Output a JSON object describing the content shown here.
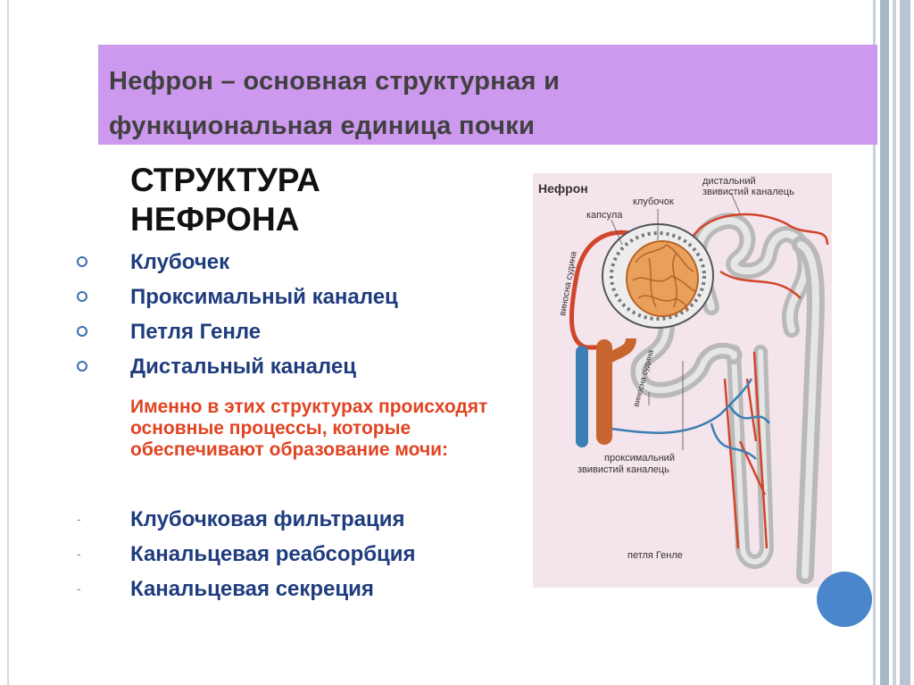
{
  "slide": {
    "title_line1": "Нефрон – основная структурная и",
    "title_line2": "функциональная единица почки",
    "subtitle_line1": "СТРУКТУРА",
    "subtitle_line2": "НЕФРОНА",
    "structure_items": [
      "Клубочек",
      "Проксимальный каналец",
      "Петля Генле",
      "Дистальный каналец"
    ],
    "note": "Именно в этих структурах происходят основные процессы, которые обеспечивают образование мочи:",
    "process_items": [
      "Клубочковая фильтрация",
      "Канальцевая реабсорбция",
      "Канальцевая секреция"
    ],
    "process_marker": "-"
  },
  "diagram": {
    "title": "Нефрон",
    "label_glomerulus": "клубочок",
    "label_capsule": "капсула",
    "label_distal_1": "дистальний",
    "label_distal_2": "звивистий каналець",
    "label_afferent": "виносна судина",
    "label_efferent": "виносна судина",
    "label_proximal_1": "проксимальний",
    "label_proximal_2": "звивистий каналець",
    "label_loop": "петля Генле"
  },
  "colors": {
    "title_band": "#cc99ee",
    "title_text": "#404040",
    "list_text": "#1f3c7e",
    "note_text": "#e04422",
    "accent_circle": "#4a86cc"
  }
}
